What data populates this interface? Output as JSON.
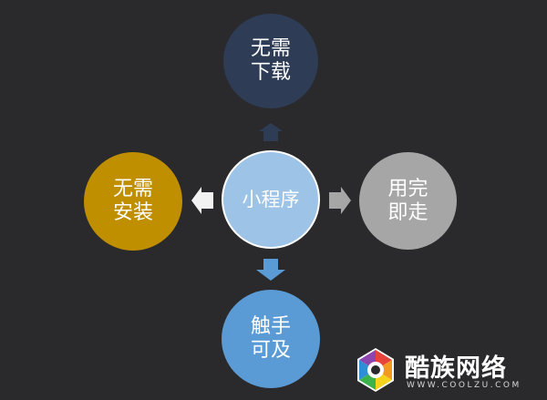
{
  "diagram": {
    "center": {
      "label": "小程序",
      "color": "#9dc3e6"
    },
    "top": {
      "label": "无需\n下载",
      "color": "#2e3c56"
    },
    "left": {
      "label": "无需\n安装",
      "color": "#bf8f00"
    },
    "right": {
      "label": "用完\n即走",
      "color": "#a6a6a6"
    },
    "bottom": {
      "label": "触手\n可及",
      "color": "#5b9bd5"
    },
    "arrow_colors": {
      "up": "#2e3c56",
      "left": "#f2f2f2",
      "right": "#a6a6a6",
      "down": "#5b9bd5"
    }
  },
  "watermark": {
    "brand": "酷族网络",
    "url": "WWW.COOLZU.COM",
    "logo_icon": "hexagon-gear-logo-icon"
  }
}
